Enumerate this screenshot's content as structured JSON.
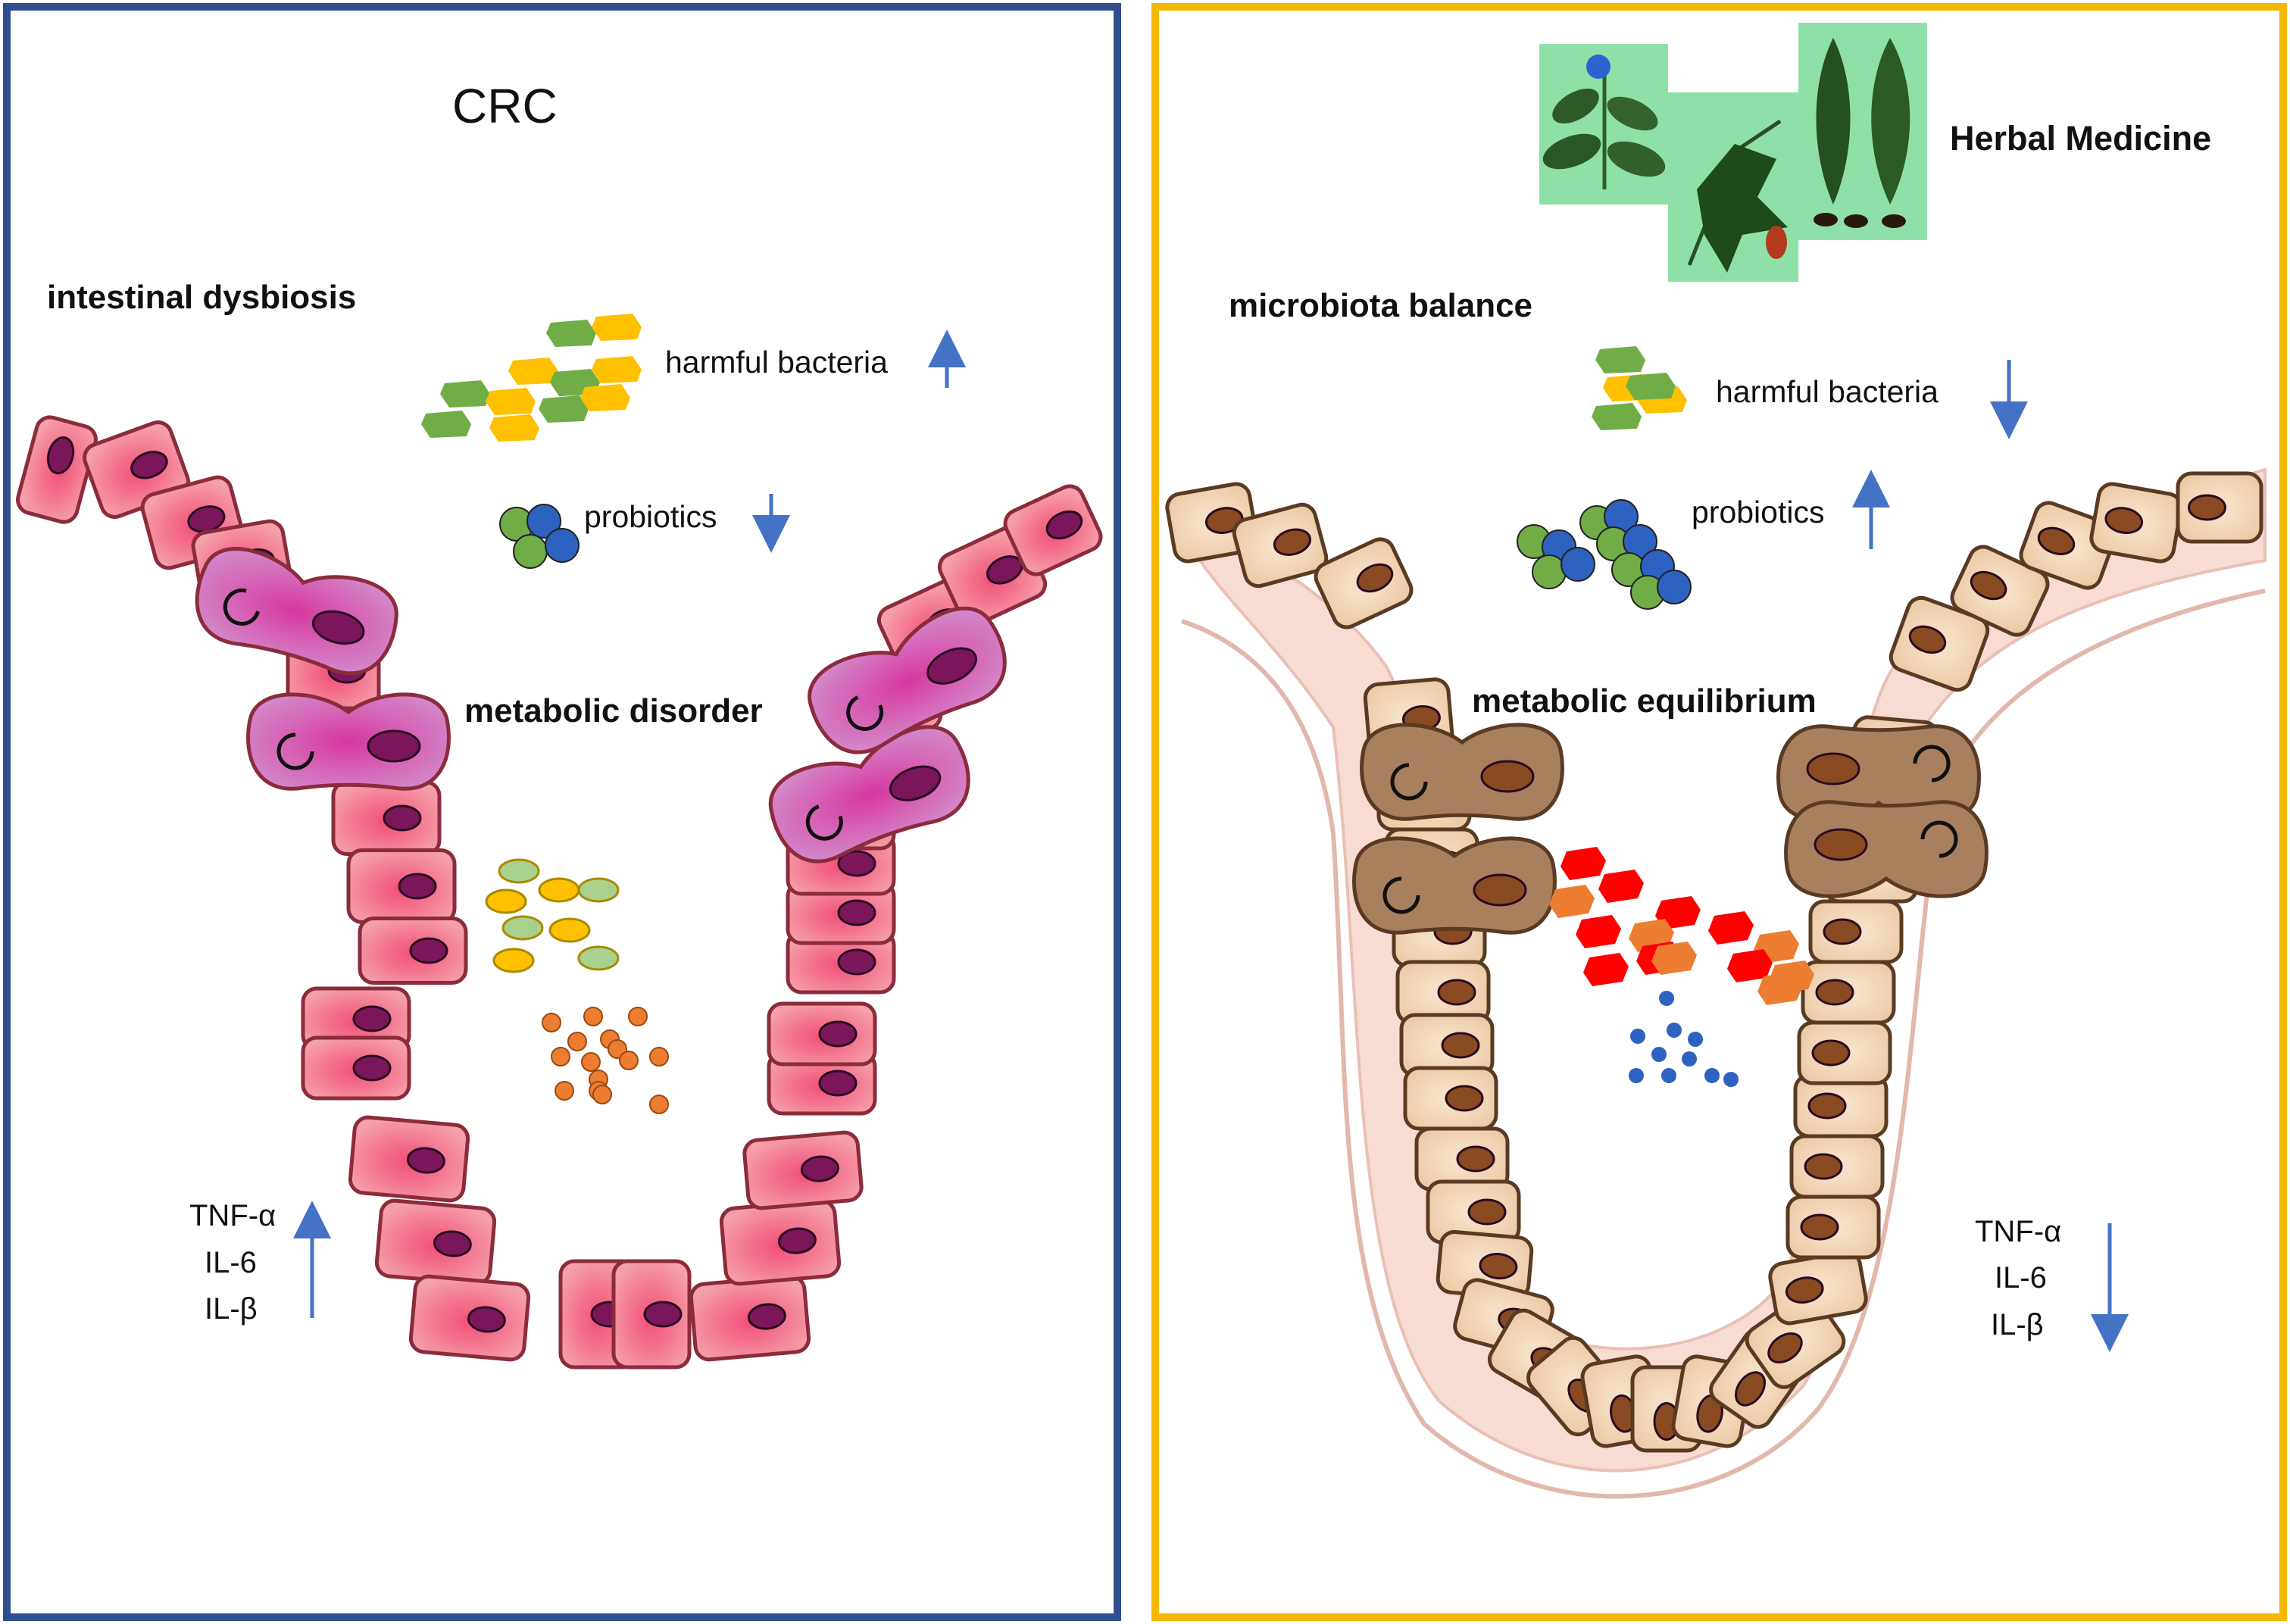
{
  "left_panel": {
    "title": "CRC",
    "section_label": "intestinal dysbiosis",
    "harmful_bacteria": "harmful bacteria",
    "probiotics": "probiotics",
    "metabolic": "metabolic disorder",
    "cytokines": [
      "TNF-α",
      "IL-6",
      "IL-β"
    ],
    "harmful_trend": "up",
    "probiotics_trend": "down",
    "cytokine_trend": "up",
    "border_color": "#2F4F8F"
  },
  "right_panel": {
    "herbal_label": "Herbal Medicine",
    "section_label": "microbiota balance",
    "harmful_bacteria": "harmful bacteria",
    "probiotics": "probiotics",
    "metabolic": "metabolic equilibrium",
    "cytokines": [
      "TNF-α",
      "IL-6",
      "IL-β"
    ],
    "harmful_trend": "down",
    "probiotics_trend": "up",
    "cytokine_trend": "down",
    "border_color": "#F5B800"
  },
  "colors": {
    "arrow": "#4472C4",
    "disease_cell": "#F07A8A",
    "disease_goblet": "#C860B8",
    "healthy_cell": "#F4DDC0",
    "healthy_goblet": "#B08866",
    "bacteria_green": "#70AD47",
    "bacteria_yellow": "#FFC000",
    "probiotic_blue": "#2E62C0",
    "metabolite_orange": "#ED7D31",
    "metabolite_red": "#FF0000"
  }
}
